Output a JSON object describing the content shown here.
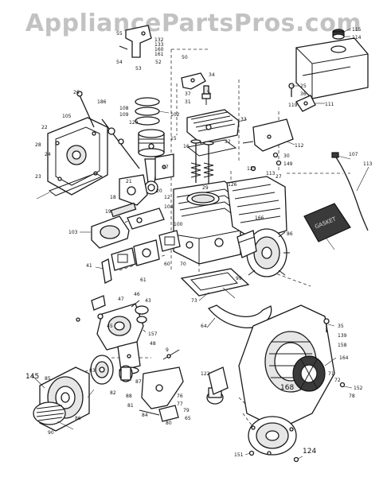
{
  "watermark": "AppliancePartsPros.com",
  "gasket_label": "GASKET",
  "callouts": [
    {
      "id": "c-115",
      "text": "115"
    },
    {
      "id": "c-114",
      "text": "114"
    },
    {
      "id": "c-55",
      "text": "55"
    },
    {
      "id": "c-132",
      "text": "132"
    },
    {
      "id": "c-133",
      "text": "133"
    },
    {
      "id": "c-160",
      "text": "160"
    },
    {
      "id": "c-161",
      "text": "161"
    },
    {
      "id": "c-54",
      "text": "54"
    },
    {
      "id": "c-53",
      "text": "53"
    },
    {
      "id": "c-52",
      "text": "52"
    },
    {
      "id": "c-50",
      "text": "50"
    },
    {
      "id": "c-34",
      "text": "34"
    },
    {
      "id": "c-37",
      "text": "37"
    },
    {
      "id": "c-31",
      "text": "31"
    },
    {
      "id": "c-25",
      "text": "25"
    },
    {
      "id": "c-36",
      "text": "36"
    },
    {
      "id": "c-119",
      "text": "119"
    },
    {
      "id": "c-111",
      "text": "111"
    },
    {
      "id": "c-26",
      "text": "26"
    },
    {
      "id": "c-186",
      "text": "186"
    },
    {
      "id": "c-108",
      "text": "108"
    },
    {
      "id": "c-109",
      "text": "109"
    },
    {
      "id": "c-105",
      "text": "105"
    },
    {
      "id": "c-22",
      "text": "22"
    },
    {
      "id": "c-23",
      "text": "23"
    },
    {
      "id": "c-24",
      "text": "24"
    },
    {
      "id": "c-28",
      "text": "28"
    },
    {
      "id": "c-120",
      "text": "120"
    },
    {
      "id": "c-102",
      "text": "102"
    },
    {
      "id": "c-15",
      "text": "15"
    },
    {
      "id": "c-33",
      "text": "33"
    },
    {
      "id": "c-112",
      "text": "112"
    },
    {
      "id": "c-30",
      "text": "30"
    },
    {
      "id": "c-149",
      "text": "149"
    },
    {
      "id": "c-107",
      "text": "107"
    },
    {
      "id": "c-113",
      "text": "113"
    },
    {
      "id": "c-113b",
      "text": "113"
    },
    {
      "id": "c-27",
      "text": "27"
    },
    {
      "id": "c-125",
      "text": "125"
    },
    {
      "id": "c-126",
      "text": "126"
    },
    {
      "id": "c-32",
      "text": "32"
    },
    {
      "id": "c-17",
      "text": "17"
    },
    {
      "id": "c-21",
      "text": "21"
    },
    {
      "id": "c-20",
      "text": "20"
    },
    {
      "id": "c-18",
      "text": "18"
    },
    {
      "id": "c-19",
      "text": "19"
    },
    {
      "id": "c-12",
      "text": "12"
    },
    {
      "id": "c-104",
      "text": "104"
    },
    {
      "id": "c-103",
      "text": "103"
    },
    {
      "id": "c-100",
      "text": "100"
    },
    {
      "id": "c-41",
      "text": "41"
    },
    {
      "id": "c-61",
      "text": "61"
    },
    {
      "id": "c-60",
      "text": "60"
    },
    {
      "id": "c-70",
      "text": "70"
    },
    {
      "id": "c-99",
      "text": "99"
    },
    {
      "id": "c-166",
      "text": "166"
    },
    {
      "id": "c-86",
      "text": "86"
    },
    {
      "id": "c-47",
      "text": "47"
    },
    {
      "id": "c-43",
      "text": "43"
    },
    {
      "id": "c-46",
      "text": "46"
    },
    {
      "id": "c-45",
      "text": "45"
    },
    {
      "id": "c-157",
      "text": "157"
    },
    {
      "id": "c-48",
      "text": "48"
    },
    {
      "id": "c-9",
      "text": "9"
    },
    {
      "id": "c-73",
      "text": "73"
    },
    {
      "id": "c-64",
      "text": "64"
    },
    {
      "id": "c-35",
      "text": "35"
    },
    {
      "id": "c-139",
      "text": "139"
    },
    {
      "id": "c-158",
      "text": "158"
    },
    {
      "id": "c-164",
      "text": "164"
    },
    {
      "id": "c-145",
      "text": "145"
    },
    {
      "id": "c-85",
      "text": "85"
    },
    {
      "id": "c-90",
      "text": "90"
    },
    {
      "id": "c-83",
      "text": "83"
    },
    {
      "id": "c-82",
      "text": "82"
    },
    {
      "id": "c-86b",
      "text": "86"
    },
    {
      "id": "c-88",
      "text": "88"
    },
    {
      "id": "c-87",
      "text": "87"
    },
    {
      "id": "c-81",
      "text": "81"
    },
    {
      "id": "c-84",
      "text": "84"
    },
    {
      "id": "c-76",
      "text": "76"
    },
    {
      "id": "c-77",
      "text": "77"
    },
    {
      "id": "c-79",
      "text": "79"
    },
    {
      "id": "c-80",
      "text": "80"
    },
    {
      "id": "c-65",
      "text": "65"
    },
    {
      "id": "c-122",
      "text": "122"
    },
    {
      "id": "c-71",
      "text": "71"
    },
    {
      "id": "c-72",
      "text": "72"
    },
    {
      "id": "c-152",
      "text": "152"
    },
    {
      "id": "c-78",
      "text": "78"
    },
    {
      "id": "c-168",
      "text": "168"
    },
    {
      "id": "c-151",
      "text": "151"
    },
    {
      "id": "c-124",
      "text": "124"
    },
    {
      "id": "c-16",
      "text": "16"
    },
    {
      "id": "c-29",
      "text": "29"
    }
  ]
}
